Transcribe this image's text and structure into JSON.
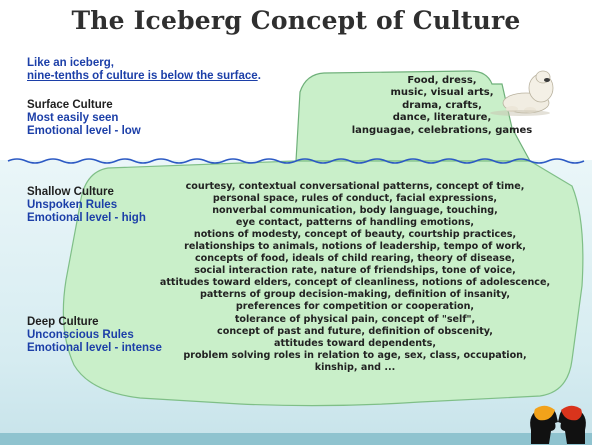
{
  "title": "The Iceberg Concept of Culture",
  "intro": {
    "line1": "Like an iceberg,",
    "line2": "nine-tenths of culture is below the surface",
    "period": "."
  },
  "surface": {
    "heading": "Surface Culture",
    "visibility": "Most easily seen",
    "emotional": "Emotional level - low",
    "items": [
      "Food, dress,",
      "music, visual arts,",
      "drama, crafts,",
      "dance, literature,",
      "languagae, celebrations, games"
    ]
  },
  "shallow": {
    "heading": "Shallow Culture",
    "visibility": "Unspoken Rules",
    "emotional": "Emotional level - high"
  },
  "deep": {
    "heading": "Deep Culture",
    "visibility": "Unconscious Rules",
    "emotional": "Emotional level - intense"
  },
  "below_items": [
    "courtesy, contextual conversational patterns, concept of time,",
    "personal space, rules of conduct, facial expressions,",
    "nonverbal communication, body language, touching,",
    "eye contact, patterns of handling emotions,",
    "notions of modesty, concept of beauty, courtship practices,",
    "relationships to animals, notions of leadership, tempo of work,",
    "concepts of food, ideals of child rearing, theory of disease,",
    "social interaction rate, nature of friendships, tone of voice,",
    "attitudes toward elders, concept of cleanliness, notions of adolescence,",
    "patterns of group decision-making, definition of insanity,",
    "preferences for competition or cooperation,",
    "tolerance of physical pain, concept of \"self\",",
    "concept of past and future, definition of obscenity,",
    "attitudes toward dependents,",
    "problem solving roles in relation to age, sex, class, occupation,",
    "kinship, and ..."
  ],
  "colors": {
    "iceberg_fill": "#c9efc9",
    "iceberg_stroke": "#6fb07a",
    "water_line": "#2b59c3",
    "blue_text": "#1c3fa8",
    "heading_text": "#1f1f1f"
  },
  "icons": {
    "animal": "polar-bear-icon",
    "corner": "two-heads-icon"
  }
}
